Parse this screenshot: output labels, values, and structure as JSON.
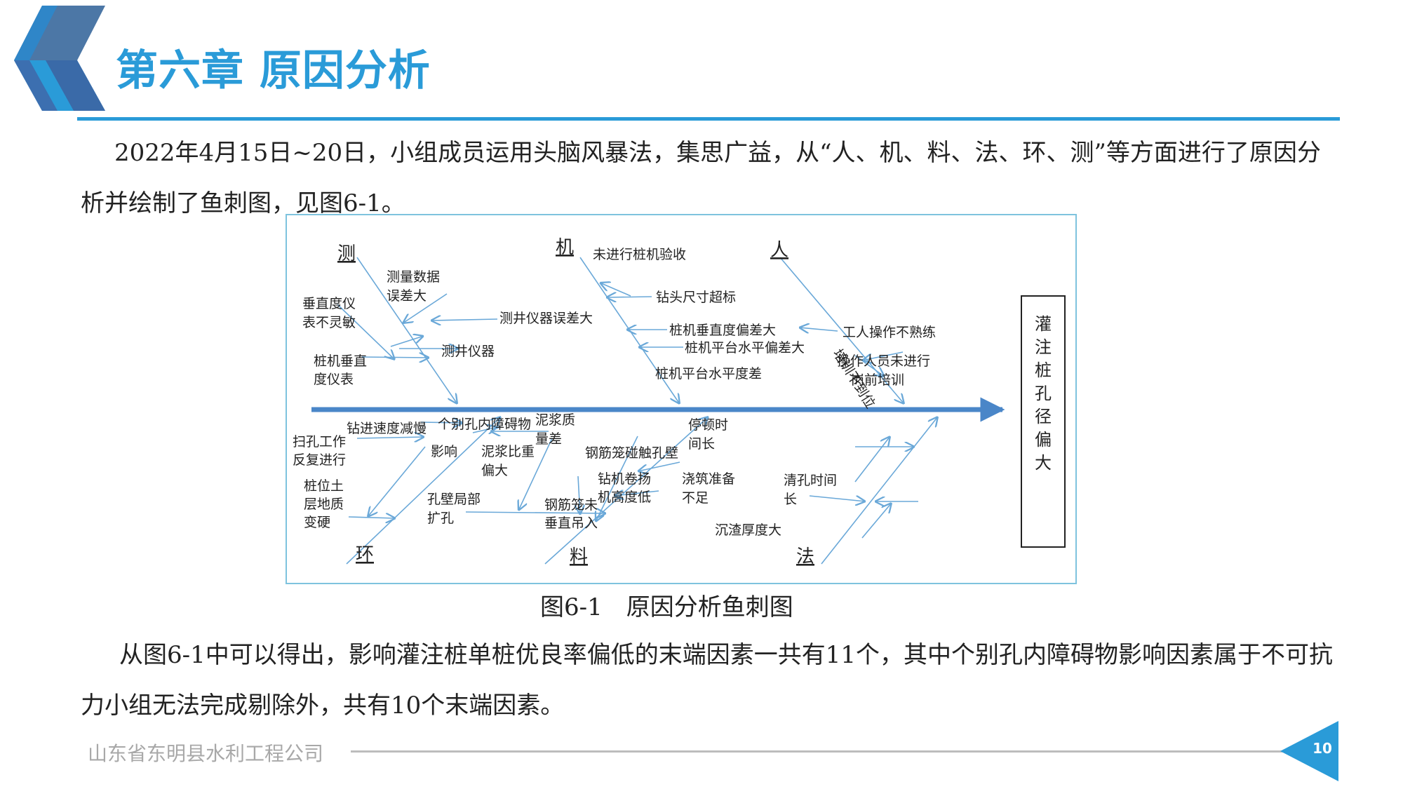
{
  "header": {
    "title": "第六章 原因分析"
  },
  "intro": {
    "text": "2022年4月15日~20日，小组成员运用头脑风暴法，集思广益，从“人、机、料、法、环、测”等方面进行了原因分析并绘制了鱼刺图，见图6-1。"
  },
  "figure": {
    "caption": "图6-1　原因分析鱼刺图",
    "head": [
      "灌",
      "注",
      "桩",
      "孔",
      "径",
      "偏",
      "大"
    ],
    "categories": {
      "ce": "测",
      "ji": "机",
      "ren": "人",
      "huan": "环",
      "liao": "料",
      "fa": "法"
    },
    "ce_causes": [
      "测量数据",
      "误差大",
      "垂直度仪",
      "表不灵敏",
      "测井仪器误差大",
      "测井仪器",
      "桩机垂直",
      "度仪表"
    ],
    "ji_causes": [
      "未进行桩机验收",
      "钻头尺寸超标",
      "桩机垂直度偏差大",
      "桩机平台水平偏差大",
      "桩机平台水平度差"
    ],
    "ren_causes": [
      "工人操作不熟练",
      "培训不到位",
      "操作人员未进行",
      "岗前培训"
    ],
    "huan_causes": [
      "钻进速度减慢",
      "扫孔工作",
      "反复进行",
      "桩位土",
      "层地质",
      "变硬"
    ],
    "liao_causes": [
      "个别孔内障碍物",
      "影响",
      "泥浆质",
      "量差",
      "泥浆比重",
      "偏大",
      "孔壁局部",
      "扩孔",
      "钢筋笼碰触孔壁",
      "钻机卷扬",
      "机高度低",
      "钢筋笼未",
      "垂直吊入"
    ],
    "fa_causes": [
      "停顿时",
      "间长",
      "浇筑准备",
      "不足",
      "清孔时间",
      "长",
      "沉渣厚度大"
    ]
  },
  "conclusion": {
    "text": "从图6-1中可以得出，影响灌注桩单桩优良率偏低的末端因素一共有11个，其中个别孔内障碍物影响因素属于不可抗力小组无法完成剔除外，共有10个末端因素。"
  },
  "footer": {
    "company": "山东省东明县水利工程公司",
    "page": "10"
  },
  "colors": {
    "accent": "#2a9bd8",
    "arrow": "#6aa8d8",
    "spine": "#4a86c8"
  }
}
